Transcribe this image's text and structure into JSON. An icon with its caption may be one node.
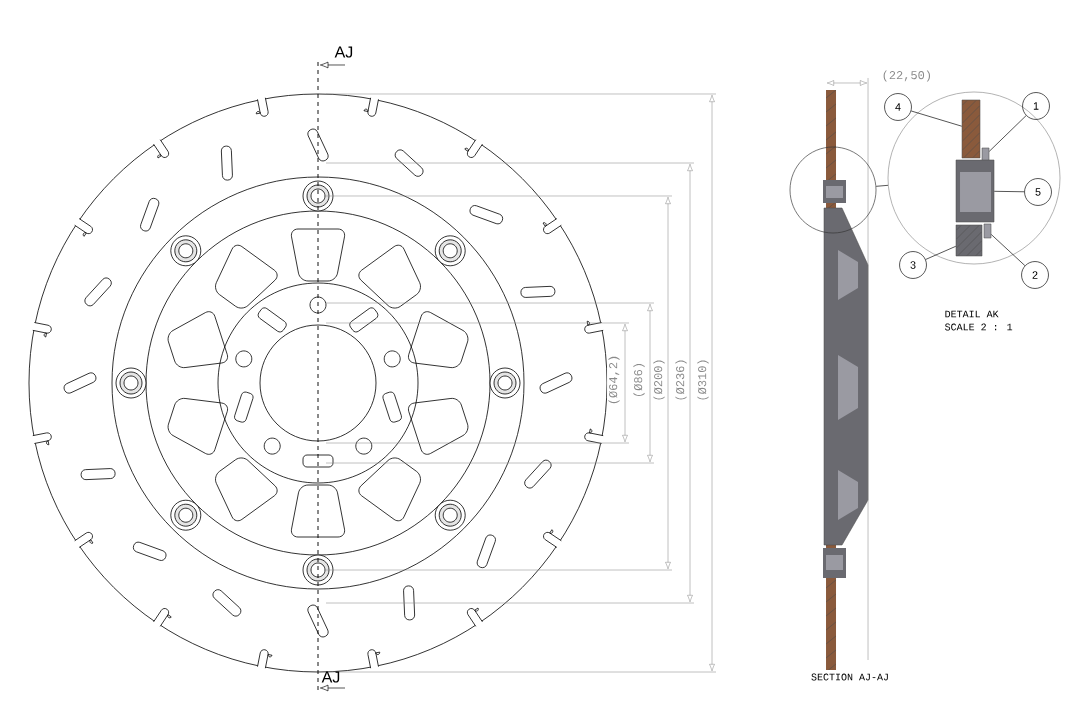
{
  "diagram": {
    "nodes": [
      {
        "text": [],
        "shape": "circle"
      },
      {
        "text": [],
        "shape": "circle"
      },
      {
        "text": [
          "4"
        ]
      },
      {
        "text": [
          "1"
        ]
      },
      {
        "text": [
          "5"
        ],
        "in": 1
      },
      {
        "text": [
          "3"
        ]
      },
      {
        "text": [
          "2"
        ]
      },
      {
        "text": [],
        "shape": "box",
        "in": 1
      },
      {
        "text": [],
        "shape": "box",
        "in": 1
      },
      {
        "text": [],
        "shape": "box",
        "in": 1
      },
      {
        "text": [],
        "shape": "box",
        "in": 1
      },
      {
        "text": [],
        "shape": "box",
        "in": 1
      }
    ],
    "edges": [
      {
        "from": 0,
        "to": 1,
        "arrow": "none"
      },
      {
        "from": 2,
        "to": 7,
        "arrow": "none"
      },
      {
        "from": 3,
        "to": 8,
        "arrow": "none"
      },
      {
        "from": 4,
        "to": 9,
        "arrow": "none"
      },
      {
        "from": 5,
        "to": 10,
        "arrow": "none"
      },
      {
        "from": 6,
        "to": 11,
        "arrow": "none"
      }
    ],
    "labels": [
      "AJ",
      "(22,50)",
      "DETAIL AK",
      "SCALE 2 : 1",
      "(Ø64,2)",
      "(Ø86)",
      "(Ø200)",
      "(Ø236)",
      "(Ø310)",
      "AJ",
      "SECTION AJ-AJ"
    ]
  }
}
